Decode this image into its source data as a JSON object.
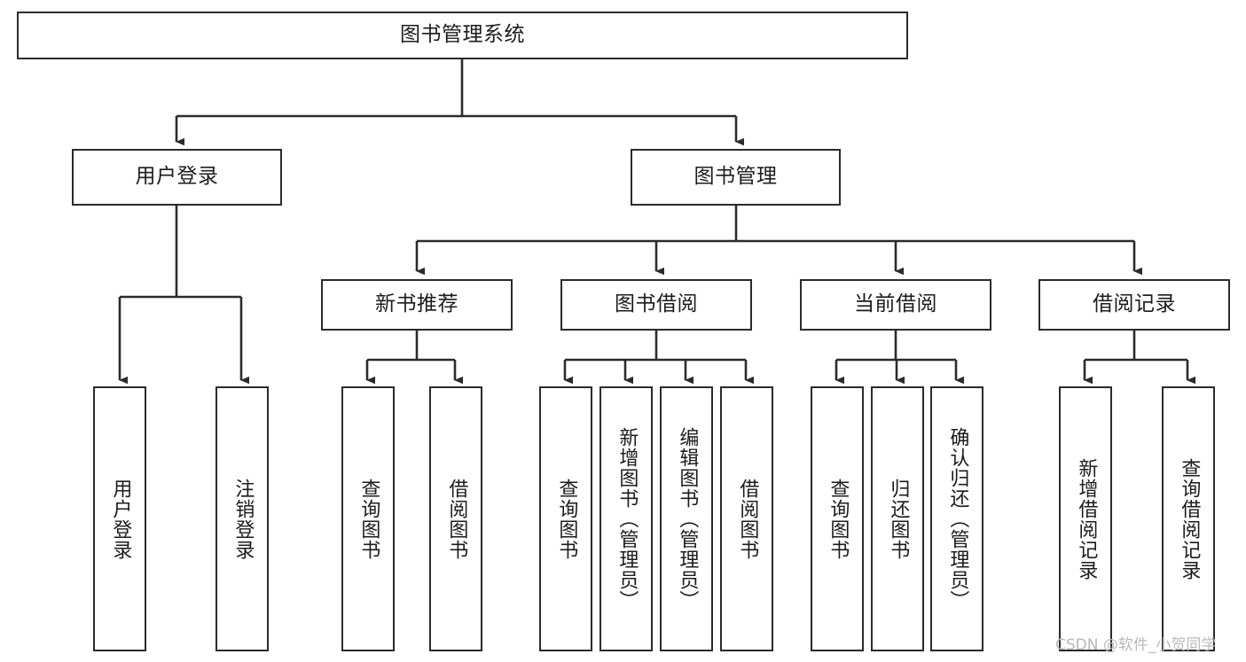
{
  "diagram": {
    "type": "tree",
    "title": "图书管理系统",
    "orientation": "top-down",
    "watermark": "CSDN @软件_小贺同学",
    "colors": {
      "box_border": "#2b2b2b",
      "box_fill": "#ffffff",
      "edge": "#2b2b2b",
      "text": "#1c1c1c",
      "watermark": "#b9b9b9",
      "background": "#ffffff"
    },
    "nodes": {
      "root": {
        "label": "图书管理系统",
        "level": 0
      },
      "n_user_login": {
        "label": "用户登录",
        "level": 1
      },
      "n_book_mgmt": {
        "label": "图书管理",
        "level": 1
      },
      "n_new_book_rec": {
        "label": "新书推荐",
        "level": 2
      },
      "n_book_borrow": {
        "label": "图书借阅",
        "level": 2
      },
      "n_current_borrow": {
        "label": "当前借阅",
        "level": 2
      },
      "n_borrow_record": {
        "label": "借阅记录",
        "level": 2
      },
      "leaf_user_login": {
        "label": "用户登录",
        "level": 3
      },
      "leaf_logout": {
        "label": "注销登录",
        "level": 3
      },
      "leaf_query_book_1": {
        "label": "查询图书",
        "level": 3
      },
      "leaf_borrow_book_1": {
        "label": "借阅图书",
        "level": 3
      },
      "leaf_query_book_2": {
        "label": "查询图书",
        "level": 3
      },
      "leaf_add_book": {
        "label": "新增图书（管理员）",
        "level": 3
      },
      "leaf_edit_book": {
        "label": "编辑图书（管理员）",
        "level": 3
      },
      "leaf_borrow_book_2": {
        "label": "借阅图书",
        "level": 3
      },
      "leaf_query_book_3": {
        "label": "查询图书",
        "level": 3
      },
      "leaf_return_book": {
        "label": "归还图书",
        "level": 3
      },
      "leaf_confirm_return": {
        "label": "确认归还（管理员）",
        "level": 3
      },
      "leaf_add_record": {
        "label": "新增借阅记录",
        "level": 3
      },
      "leaf_query_record": {
        "label": "查询借阅记录",
        "level": 3
      }
    },
    "edges": [
      {
        "from": "root",
        "to": "n_user_login"
      },
      {
        "from": "root",
        "to": "n_book_mgmt"
      },
      {
        "from": "n_user_login",
        "to": "leaf_user_login"
      },
      {
        "from": "n_user_login",
        "to": "leaf_logout"
      },
      {
        "from": "n_book_mgmt",
        "to": "n_new_book_rec"
      },
      {
        "from": "n_book_mgmt",
        "to": "n_book_borrow"
      },
      {
        "from": "n_book_mgmt",
        "to": "n_current_borrow"
      },
      {
        "from": "n_book_mgmt",
        "to": "n_borrow_record"
      },
      {
        "from": "n_new_book_rec",
        "to": "leaf_query_book_1"
      },
      {
        "from": "n_new_book_rec",
        "to": "leaf_borrow_book_1"
      },
      {
        "from": "n_book_borrow",
        "to": "leaf_query_book_2"
      },
      {
        "from": "n_book_borrow",
        "to": "leaf_add_book"
      },
      {
        "from": "n_book_borrow",
        "to": "leaf_edit_book"
      },
      {
        "from": "n_book_borrow",
        "to": "leaf_borrow_book_2"
      },
      {
        "from": "n_current_borrow",
        "to": "leaf_query_book_3"
      },
      {
        "from": "n_current_borrow",
        "to": "leaf_return_book"
      },
      {
        "from": "n_current_borrow",
        "to": "leaf_confirm_return"
      },
      {
        "from": "n_borrow_record",
        "to": "leaf_add_record"
      },
      {
        "from": "n_borrow_record",
        "to": "leaf_query_record"
      }
    ]
  }
}
